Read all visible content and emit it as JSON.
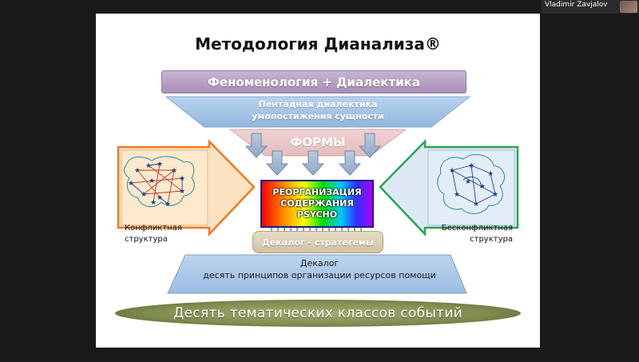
{
  "meeting": {
    "participant_name": "Vladimir Zavjalov"
  },
  "slide": {
    "title": "Методология Дианализа®",
    "phenomenology": "Феноменология + Диалектика",
    "pentadic": {
      "line1": "Пентадная диалектика",
      "line2": "умопостижения сущности"
    },
    "forms": "ФОРМЫ",
    "center": {
      "line1": "РЕОРГАНИЗАЦИЯ",
      "line2": "СОДЕРЖАНИЯ",
      "line3": "PSYCHO"
    },
    "decalog_strategems": "Декалог - стратегемы",
    "decalog": {
      "title": "Декалог",
      "subtitle": "десять  принципов организации ресурсов помощи"
    },
    "event_classes": "Десять тематических классов событий",
    "left_panel": {
      "line1": "Конфликтная",
      "line2": "структура"
    },
    "right_panel": {
      "line1": "Бесконфликтная",
      "line2": "структура"
    }
  },
  "colors": {
    "phenomenology": "#b7a0c6",
    "pentadic": "#a8c6e6",
    "forms": "#e9c4c4",
    "left_panel": "#fbe3c2",
    "left_arrow": "#f07a1e",
    "right_panel": "#dfe9f5",
    "right_arrow": "#2aa455",
    "decalog_band": "#a9c6e6",
    "event_classes": "#7f8f54"
  }
}
